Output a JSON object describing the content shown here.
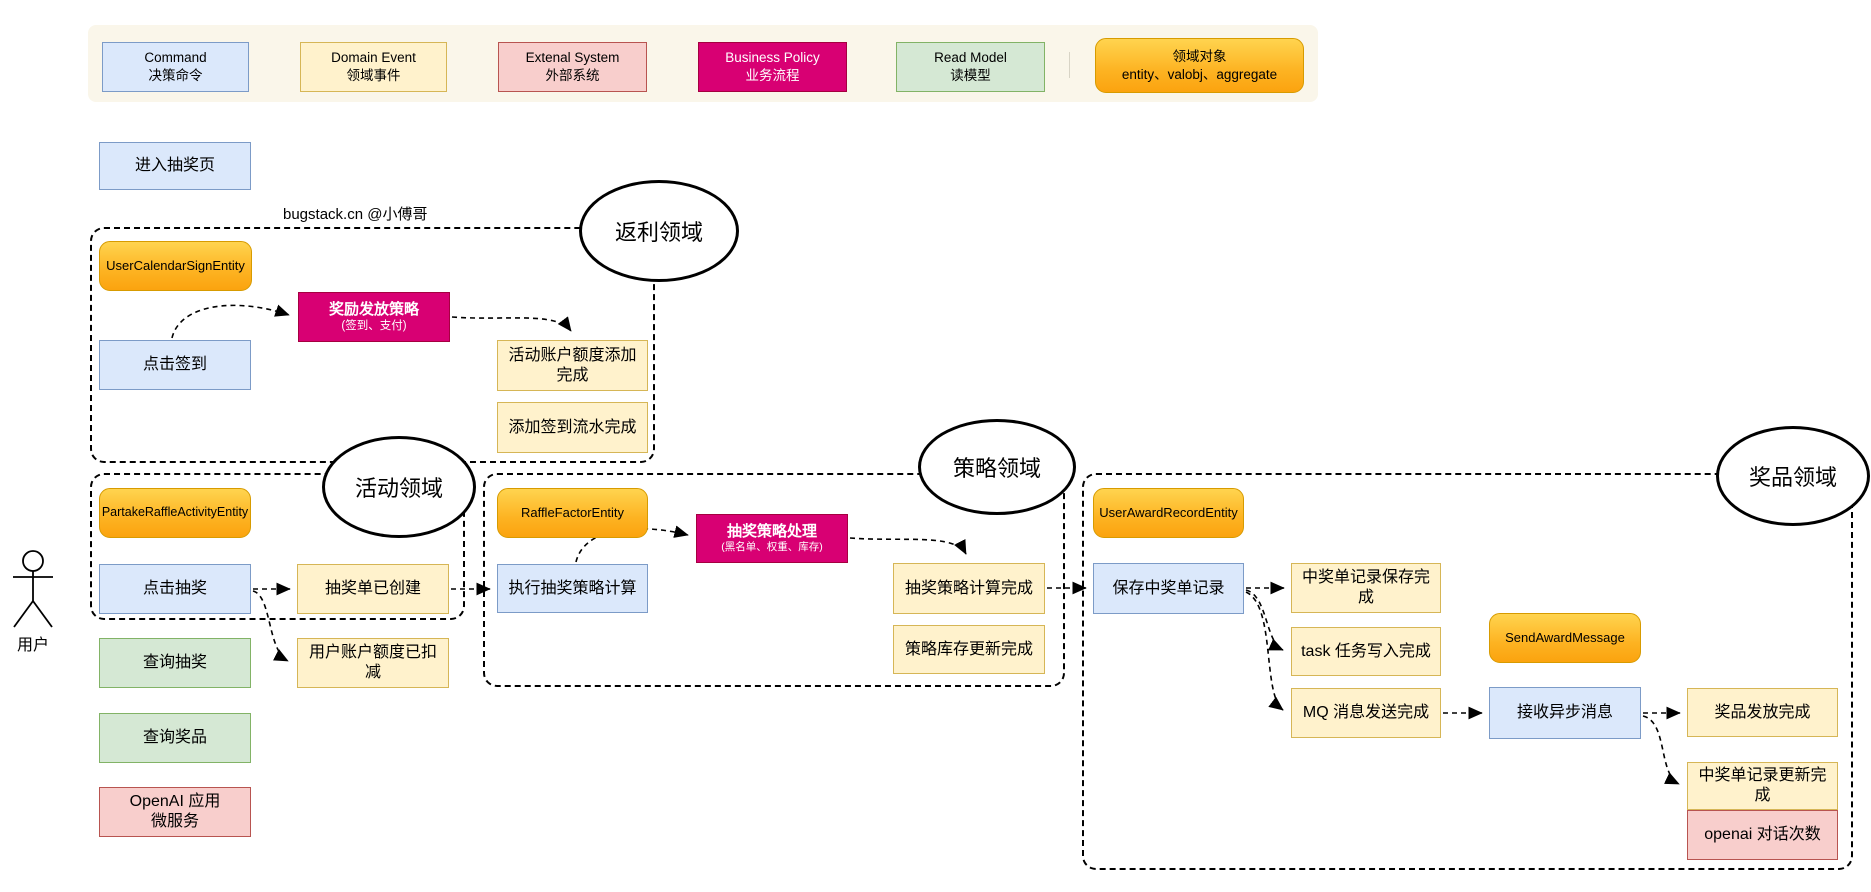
{
  "legend": {
    "items": [
      {
        "line1": "Command",
        "line2": "决策命令"
      },
      {
        "line1": "Domain Event",
        "line2": "领域事件"
      },
      {
        "line1": "Extenal System",
        "line2": "外部系统"
      },
      {
        "line1": "Business Policy",
        "line2": "业务流程"
      },
      {
        "line1": "Read Model",
        "line2": "读模型"
      },
      {
        "line1": "领域对象",
        "line2": "entity、valobj、aggregate"
      }
    ]
  },
  "watermark": "bugstack.cn @小傅哥",
  "actor": {
    "label": "用户"
  },
  "domains": {
    "rebate": "返利领域",
    "activity": "活动领域",
    "strategy": "策略领域",
    "award": "奖品领域"
  },
  "nodes": {
    "enter_raffle_page": "进入抽奖页",
    "user_calendar_sign_entity": "UserCalendarSignEntity",
    "click_sign": "点击签到",
    "reward_policy": {
      "line1": "奖励发放策略",
      "line2": "(签到、支付)"
    },
    "account_quota_added": "活动账户额度添加完成",
    "sign_flow_added": "添加签到流水完成",
    "partake_raffle_activity_entity": "PartakeRaffleActivityEntity",
    "click_raffle": "点击抽奖",
    "raffle_order_created": "抽奖单已创建",
    "query_raffle": "查询抽奖",
    "user_quota_deducted": "用户账户额度已扣减",
    "query_award": "查询奖品",
    "openai_app": {
      "line1": "OpenAI 应用",
      "line2": "微服务"
    },
    "raffle_factor_entity": "RaffleFactorEntity",
    "exec_strategy_calc": "执行抽奖策略计算",
    "strategy_process": {
      "line1": "抽奖策略处理",
      "line2": "(黑名单、权重、库存)"
    },
    "strategy_calc_done": "抽奖策略计算完成",
    "strategy_stock_updated": "策略库存更新完成",
    "user_award_record_entity": "UserAwardRecordEntity",
    "save_award_record": "保存中奖单记录",
    "award_record_saved": "中奖单记录保存完成",
    "task_written": "task 任务写入完成",
    "mq_sent": "MQ 消息发送完成",
    "send_award_message": "SendAwardMessage",
    "receive_async_message": "接收异步消息",
    "award_issued": "奖品发放完成",
    "award_record_updated": "中奖单记录更新完成",
    "openai_dialog_count": "openai 对话次数"
  },
  "colors": {
    "command_fill": "#dbe8fb",
    "command_stroke": "#7c9bc7",
    "event_fill": "#fff2cc",
    "event_stroke": "#d6b656",
    "external_fill": "#f8cecc",
    "external_stroke": "#b85450",
    "policy_fill": "#d80073",
    "policy_stroke": "#a50040",
    "read_fill": "#d5e8d4",
    "read_stroke": "#82b366",
    "entity_fill_top": "#ffd44f",
    "entity_fill_bottom": "#fba30f",
    "entity_stroke": "#d79b00",
    "legend_bg": "#faf6ea"
  }
}
